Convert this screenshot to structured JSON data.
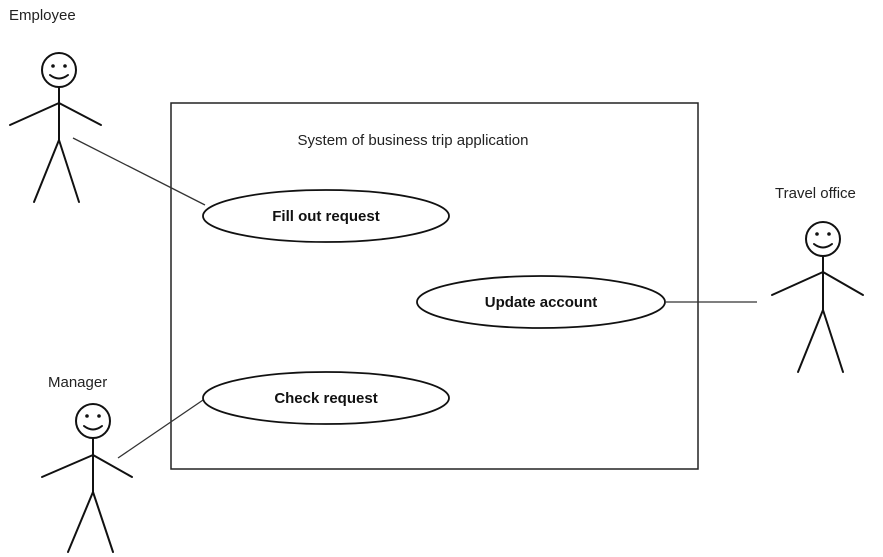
{
  "system": {
    "title": "System of business trip application"
  },
  "actors": {
    "employee": "Employee",
    "manager": "Manager",
    "travel_office": "Travel office"
  },
  "use_cases": {
    "fill_out": "Fill out request",
    "update_account": "Update account",
    "check_request": "Check request"
  }
}
